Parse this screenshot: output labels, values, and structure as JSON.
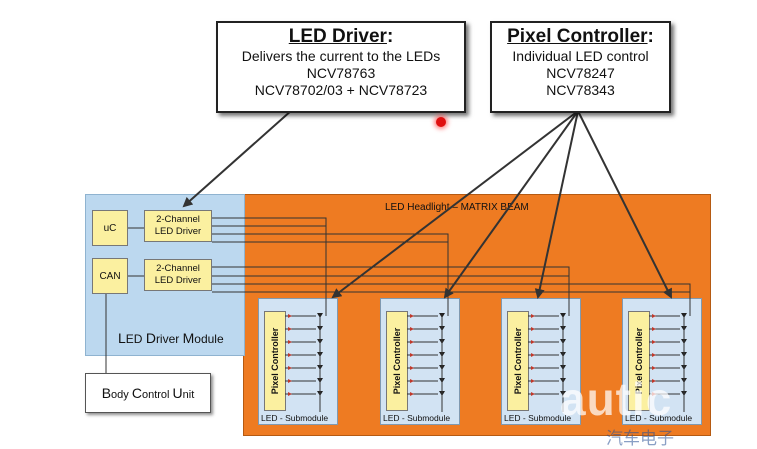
{
  "led_driver": {
    "title": "LED Driver",
    "colon": ":",
    "lines": [
      "Delivers the current to the LEDs",
      "NCV78763",
      "NCV78702/03 + NCV78723"
    ]
  },
  "pixel_controller": {
    "title": "Pixel Controller",
    "colon": ":",
    "lines": [
      "Individual LED control",
      "NCV78247",
      "NCV78343"
    ]
  },
  "driver_module": {
    "label_parts": [
      "L",
      "ED ",
      "D",
      "river ",
      "M",
      "odule"
    ],
    "uc": "uC",
    "can": "CAN",
    "driver_1": [
      "2-Channel",
      "LED Driver"
    ],
    "driver_2": [
      "2-Channel",
      "LED Driver"
    ]
  },
  "headlight": {
    "label": "LED Headlight – MATRIX BEAM",
    "submodules": [
      {
        "controller": "Pixel Controller",
        "label": "LED - Submodule"
      },
      {
        "controller": "Pixel Controller",
        "label": "LED - Submodule"
      },
      {
        "controller": "Pixel Controller",
        "label": "LED - Submodule"
      },
      {
        "controller": "Pixel Controller",
        "label": "LED - Submodule"
      }
    ]
  },
  "body_control_unit": {
    "label_parts": [
      "B",
      "ody ",
      "C",
      "ontrol ",
      "U",
      "nit"
    ]
  },
  "watermark": {
    "main": "autic",
    "sub": "汽车电子"
  },
  "colors": {
    "module_blue": "#bcd8ef",
    "headlight_orange": "#ee7b22",
    "chip_yellow": "#fbf0a0",
    "pointer_red": "#e01010"
  }
}
